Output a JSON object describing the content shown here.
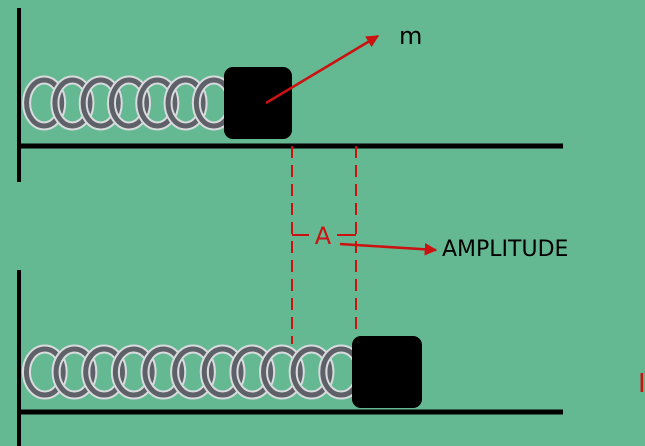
{
  "labels": {
    "mass": "m",
    "amplitude_symbol": "A",
    "amplitude_word": "AMPLITUDE",
    "edge_fragment": "I"
  },
  "colors": {
    "background": "#65b992",
    "ink": "#000000",
    "coil_body": "#5e6268",
    "coil_outline": "#d9dbde",
    "annotation": "#cc1111"
  }
}
